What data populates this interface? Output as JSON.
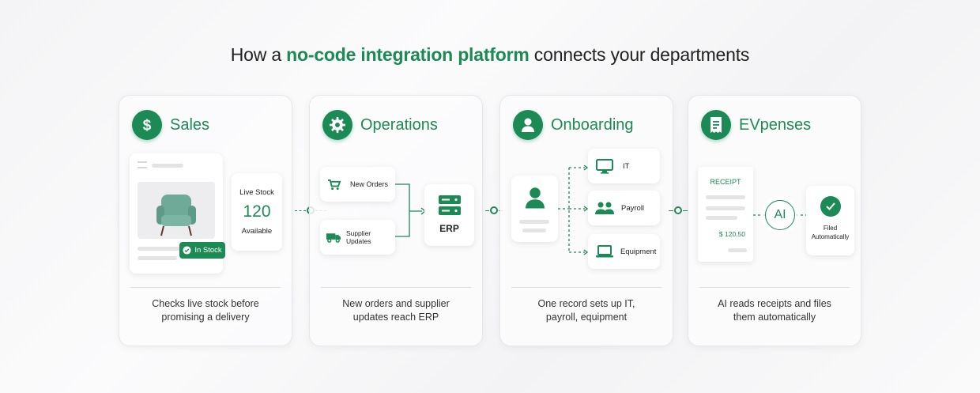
{
  "title": {
    "prefix": "How a ",
    "highlight": "no-code integration platform",
    "suffix": " connects your departments"
  },
  "colors": {
    "accent": "#1c8a55",
    "text": "#222222",
    "muted": "#e4e4e7"
  },
  "cards": {
    "sales": {
      "title": "Sales",
      "icon": "dollar-icon",
      "live_stock_label": "Live Stock",
      "live_stock_value": "120",
      "live_stock_status": "Available",
      "badge": "In Stock",
      "description_line1": "Checks live stock before",
      "description_line2": "promising a delivery"
    },
    "operations": {
      "title": "Operations",
      "icon": "gear-icon",
      "source_new_orders": "New Orders",
      "source_supplier_updates": "Supplier Updates",
      "target": "ERP",
      "description_line1": "New orders and supplier",
      "description_line2": "updates reach ERP"
    },
    "onboarding": {
      "title": "Onboarding",
      "icon": "user-icon",
      "targets": [
        "IT",
        "Payroll",
        "Equipment"
      ],
      "description_line1": "One record sets up IT,",
      "description_line2": "payroll, equipment"
    },
    "expenses": {
      "title": "EVpenses",
      "icon": "receipt-icon",
      "receipt_label": "RECEIPT",
      "receipt_amount": "$ 120.50",
      "ai_label": "AI",
      "filed_line1": "Filed",
      "filed_line2": "Automatically",
      "description_line1": "AI reads receipts and files",
      "description_line2": "them automatically"
    }
  }
}
